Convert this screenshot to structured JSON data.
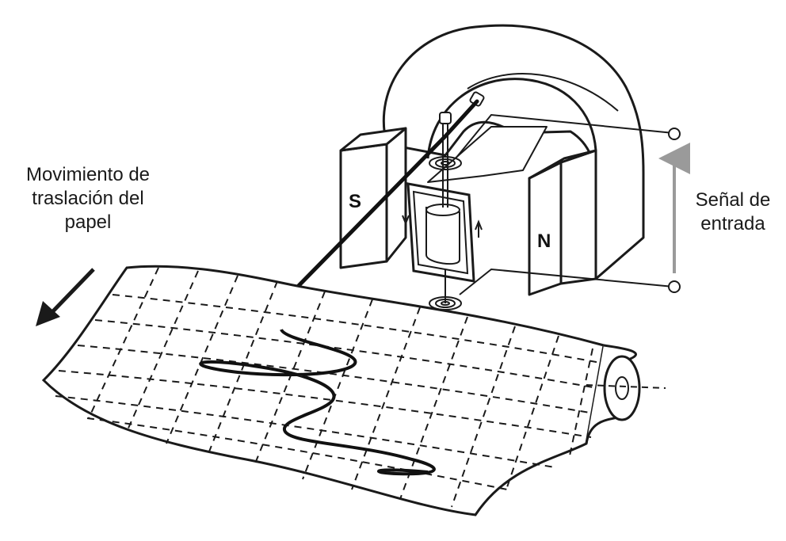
{
  "labels": {
    "paper_motion": [
      "Movimiento de",
      "traslación del",
      "papel"
    ],
    "input_signal": [
      "Señal de",
      "entrada"
    ],
    "south_pole": "S",
    "north_pole": "N"
  },
  "colors": {
    "ink": "#1a1a1a",
    "background": "#ffffff",
    "signal_arrow": "#9a9a9a"
  }
}
